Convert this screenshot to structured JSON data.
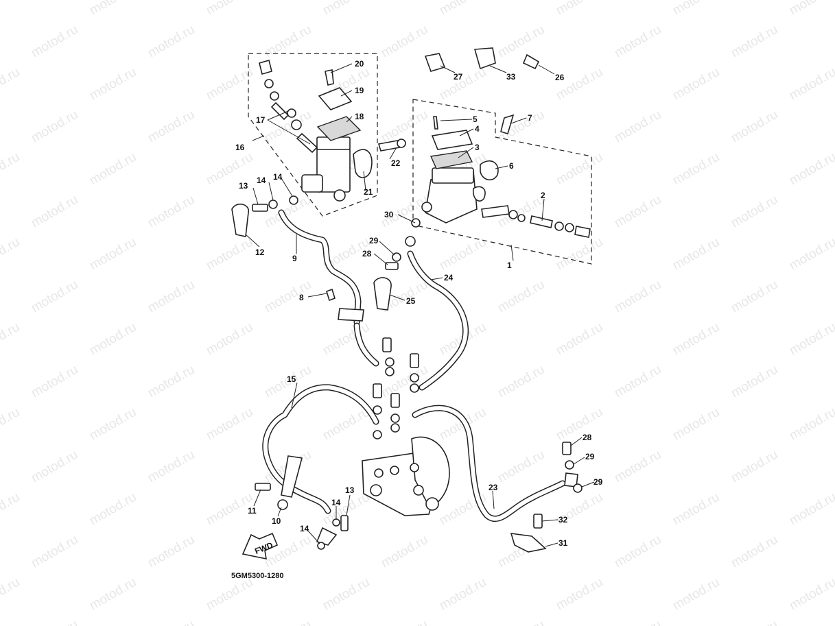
{
  "watermark": "motod.ru",
  "drawing_code": "5GM5300-1280",
  "fwd_badge": "FWD",
  "callouts": {
    "c1": "1",
    "c2": "2",
    "c3": "3",
    "c4": "4",
    "c5": "5",
    "c6": "6",
    "c7": "7",
    "c8": "8",
    "c9": "9",
    "c10": "10",
    "c11": "11",
    "c12": "12",
    "c13a": "13",
    "c13b": "13",
    "c14a": "14",
    "c14b": "14",
    "c14c": "14",
    "c14d": "14",
    "c15": "15",
    "c16": "16",
    "c17": "17",
    "c18": "18",
    "c19": "19",
    "c20": "20",
    "c21": "21",
    "c22": "22",
    "c23": "23",
    "c24": "24",
    "c25": "25",
    "c26": "26",
    "c27": "27",
    "c28a": "28",
    "c28b": "28",
    "c29a": "29",
    "c29b": "29",
    "c29c": "29",
    "c30": "30",
    "c31": "31",
    "c32": "32",
    "c33": "33"
  }
}
